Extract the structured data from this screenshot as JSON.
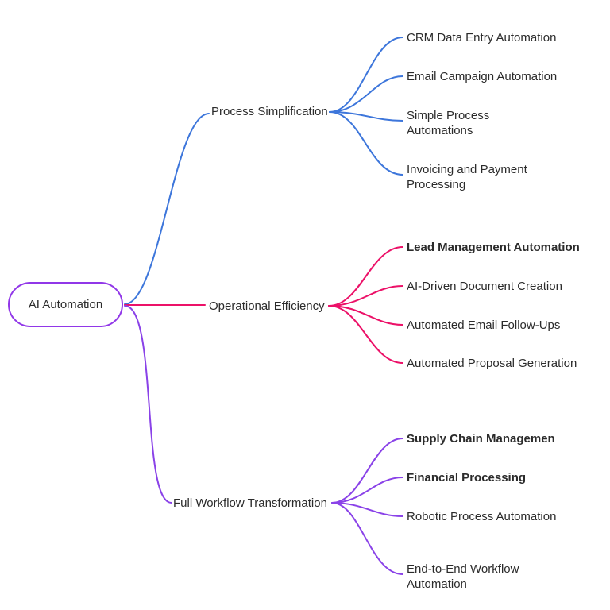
{
  "palette": {
    "branch_blue": "#3d76db",
    "branch_pink": "#ec1168",
    "branch_purple": "#8a42e8",
    "root_border": "#9137e8",
    "text": "#2b2b2b",
    "background": "#ffffff"
  },
  "root": {
    "label": "AI Automation"
  },
  "branches": [
    {
      "label": "Process Simplification",
      "color": "#3d76db",
      "children": [
        {
          "label": "CRM Data Entry Automation",
          "bold": false
        },
        {
          "label": "Email Campaign Automation",
          "bold": false
        },
        {
          "label": "Simple Process\nAutomations",
          "bold": false
        },
        {
          "label": "Invoicing and Payment\nProcessing",
          "bold": false
        }
      ]
    },
    {
      "label": "Operational Efficiency",
      "color": "#ec1168",
      "children": [
        {
          "label": "Lead Management Automation",
          "bold": true
        },
        {
          "label": "AI-Driven Document Creation",
          "bold": false
        },
        {
          "label": "Automated Email Follow-Ups",
          "bold": false
        },
        {
          "label": "Automated Proposal Generation",
          "bold": false
        }
      ]
    },
    {
      "label": "Full Workflow Transformation",
      "color": "#8a42e8",
      "children": [
        {
          "label": "Supply Chain Managemen",
          "bold": true
        },
        {
          "label": "Financial Processing",
          "bold": true
        },
        {
          "label": "Robotic Process Automation",
          "bold": false
        },
        {
          "label": "End-to-End Workflow\nAutomation",
          "bold": false
        }
      ]
    }
  ]
}
